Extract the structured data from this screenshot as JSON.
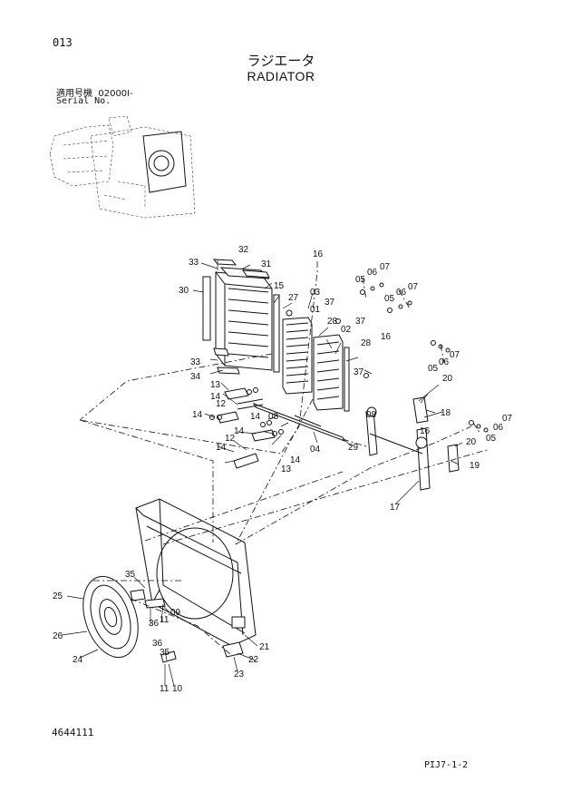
{
  "header": {
    "page_number": "013",
    "title_jp": "ラジエータ",
    "title_en": "RADIATOR",
    "serial_label_jp": "適用号機",
    "serial_value": "02000I-",
    "serial_label_en": "Serial No."
  },
  "footer": {
    "doc_code": "4644111",
    "page_ref": "PIJ7-1-2"
  },
  "callouts": [
    {
      "id": "c32",
      "label": "32"
    },
    {
      "id": "c33a",
      "label": "33"
    },
    {
      "id": "c31",
      "label": "31"
    },
    {
      "id": "c16a",
      "label": "16"
    },
    {
      "id": "c30",
      "label": "30"
    },
    {
      "id": "c15",
      "label": "15"
    },
    {
      "id": "c27",
      "label": "27"
    },
    {
      "id": "c03",
      "label": "03"
    },
    {
      "id": "c01",
      "label": "01"
    },
    {
      "id": "c37a",
      "label": "37"
    },
    {
      "id": "c05a",
      "label": "05"
    },
    {
      "id": "c06a",
      "label": "06"
    },
    {
      "id": "c07a",
      "label": "07"
    },
    {
      "id": "c05b",
      "label": "05"
    },
    {
      "id": "c06b",
      "label": "06"
    },
    {
      "id": "c07b",
      "label": "07"
    },
    {
      "id": "c28a",
      "label": "28"
    },
    {
      "id": "c02",
      "label": "02"
    },
    {
      "id": "c37b",
      "label": "37"
    },
    {
      "id": "c28b",
      "label": "28"
    },
    {
      "id": "c16b",
      "label": "16"
    },
    {
      "id": "c33b",
      "label": "33"
    },
    {
      "id": "c34",
      "label": "34"
    },
    {
      "id": "c37c",
      "label": "37"
    },
    {
      "id": "c05c",
      "label": "05"
    },
    {
      "id": "c06c",
      "label": "06"
    },
    {
      "id": "c07c",
      "label": "07"
    },
    {
      "id": "c13a",
      "label": "13"
    },
    {
      "id": "c14a",
      "label": "14"
    },
    {
      "id": "c20a",
      "label": "20"
    },
    {
      "id": "c12a",
      "label": "12"
    },
    {
      "id": "c14b",
      "label": "14"
    },
    {
      "id": "c14c",
      "label": "14"
    },
    {
      "id": "c08a",
      "label": "08"
    },
    {
      "id": "c18",
      "label": "18"
    },
    {
      "id": "c08b",
      "label": "08"
    },
    {
      "id": "c16c",
      "label": "16"
    },
    {
      "id": "c07d",
      "label": "07"
    },
    {
      "id": "c06d",
      "label": "06"
    },
    {
      "id": "c14d",
      "label": "14"
    },
    {
      "id": "c12b",
      "label": "12"
    },
    {
      "id": "c20b",
      "label": "20"
    },
    {
      "id": "c05d",
      "label": "05"
    },
    {
      "id": "c14e",
      "label": "14"
    },
    {
      "id": "c04",
      "label": "04"
    },
    {
      "id": "c29",
      "label": "29"
    },
    {
      "id": "c14f",
      "label": "14"
    },
    {
      "id": "c13b",
      "label": "13"
    },
    {
      "id": "c19",
      "label": "19"
    },
    {
      "id": "c17",
      "label": "17"
    },
    {
      "id": "c35a",
      "label": "35"
    },
    {
      "id": "c25",
      "label": "25"
    },
    {
      "id": "c09",
      "label": "09"
    },
    {
      "id": "c11a",
      "label": "11"
    },
    {
      "id": "c36a",
      "label": "36"
    },
    {
      "id": "c26",
      "label": "26"
    },
    {
      "id": "c36b",
      "label": "36"
    },
    {
      "id": "c21",
      "label": "21"
    },
    {
      "id": "c24",
      "label": "24"
    },
    {
      "id": "c35b",
      "label": "35"
    },
    {
      "id": "c22",
      "label": "22"
    },
    {
      "id": "c23",
      "label": "23"
    },
    {
      "id": "c11b",
      "label": "11"
    },
    {
      "id": "c10",
      "label": "10"
    }
  ]
}
